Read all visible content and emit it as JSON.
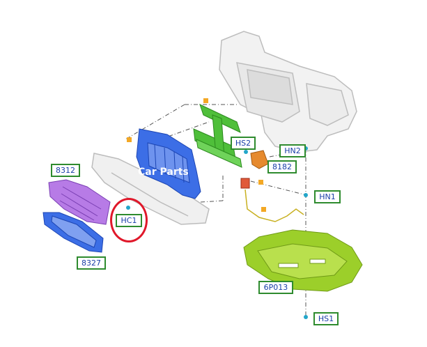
{
  "diagram": {
    "callouts": {
      "c8312": "8312",
      "c8327": "8327",
      "hc1": "HC1",
      "hs2": "HS2",
      "hn2": "HN2",
      "c8182": "8182",
      "hn1": "HN1",
      "c6p013": "6P013",
      "hs1": "HS1"
    },
    "watermark": "Car Parts",
    "colors": {
      "callout_border": "#2e8b2e",
      "callout_text": "#1a3fa8",
      "shutter_blue": "#3c6ee6",
      "deflector_green": "#4fbf3a",
      "duct_purple": "#b77be6",
      "skid_plate": "#9ccf2a",
      "pin": "#23a6c9",
      "flag": "#f3a825",
      "highlight": "#e0182a"
    }
  }
}
